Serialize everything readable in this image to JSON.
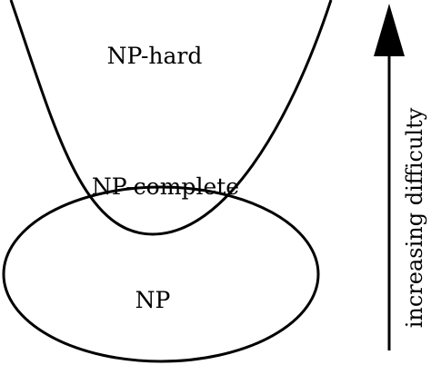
{
  "diagram": {
    "regions": {
      "np_hard": "NP-hard",
      "np_complete": "NP-complete",
      "np": "NP"
    },
    "axis": {
      "label": "increasing difficulty"
    },
    "colors": {
      "stroke": "#000000",
      "background": "#ffffff"
    }
  }
}
